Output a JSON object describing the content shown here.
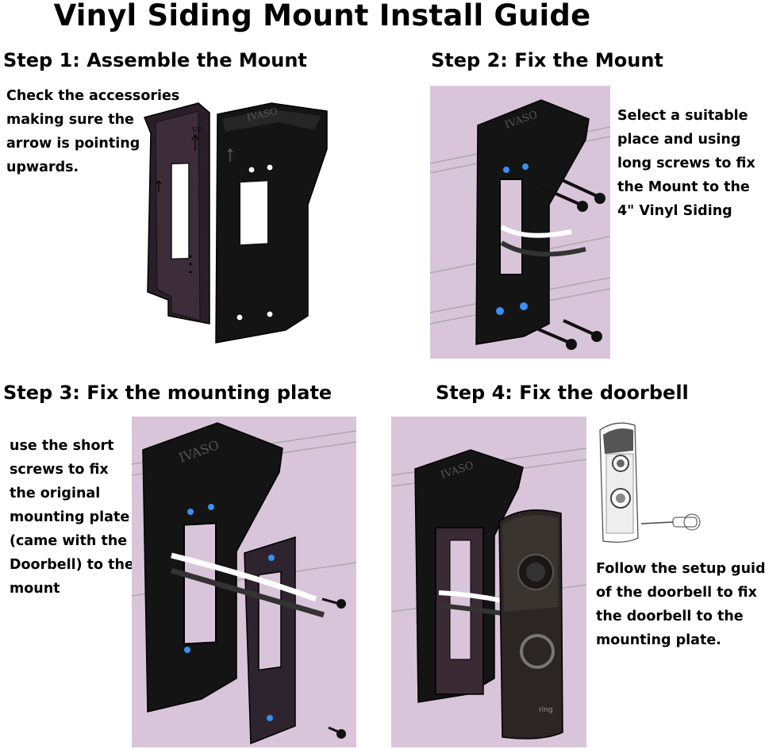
{
  "title": "Vinyl Siding Mount Install Guide",
  "steps": [
    {
      "heading": "Step 1: Assemble the Mount",
      "lines": [
        "Check the accessories",
        "making sure the",
        "arrow is pointing",
        "upwards."
      ]
    },
    {
      "heading": "Step 2: Fix the Mount",
      "lines": [
        "Select a suitable",
        "place and using",
        "long screws to fix",
        "the Mount to the",
        "4\" Vinyl Siding"
      ]
    },
    {
      "heading": "Step 3: Fix the mounting plate",
      "lines": [
        "use the short",
        "screws to fix",
        "the original",
        "mounting plate",
        "(came with the",
        "Doorbell) to the",
        "mount"
      ]
    },
    {
      "heading": "Step 4: Fix the doorbell",
      "lines": [
        "Follow the setup guide",
        "of the doorbell to fix",
        "the doorbell to the",
        "mounting plate."
      ]
    }
  ],
  "mount_brand": "IVASO",
  "arrow_mark": "UP",
  "doorbell_brand": "ring",
  "colors": {
    "panel_bg": "#d9c5da",
    "mount": "#141414",
    "plate": "#3a2a33",
    "screw_hole_blue": "#3b8ff0"
  }
}
